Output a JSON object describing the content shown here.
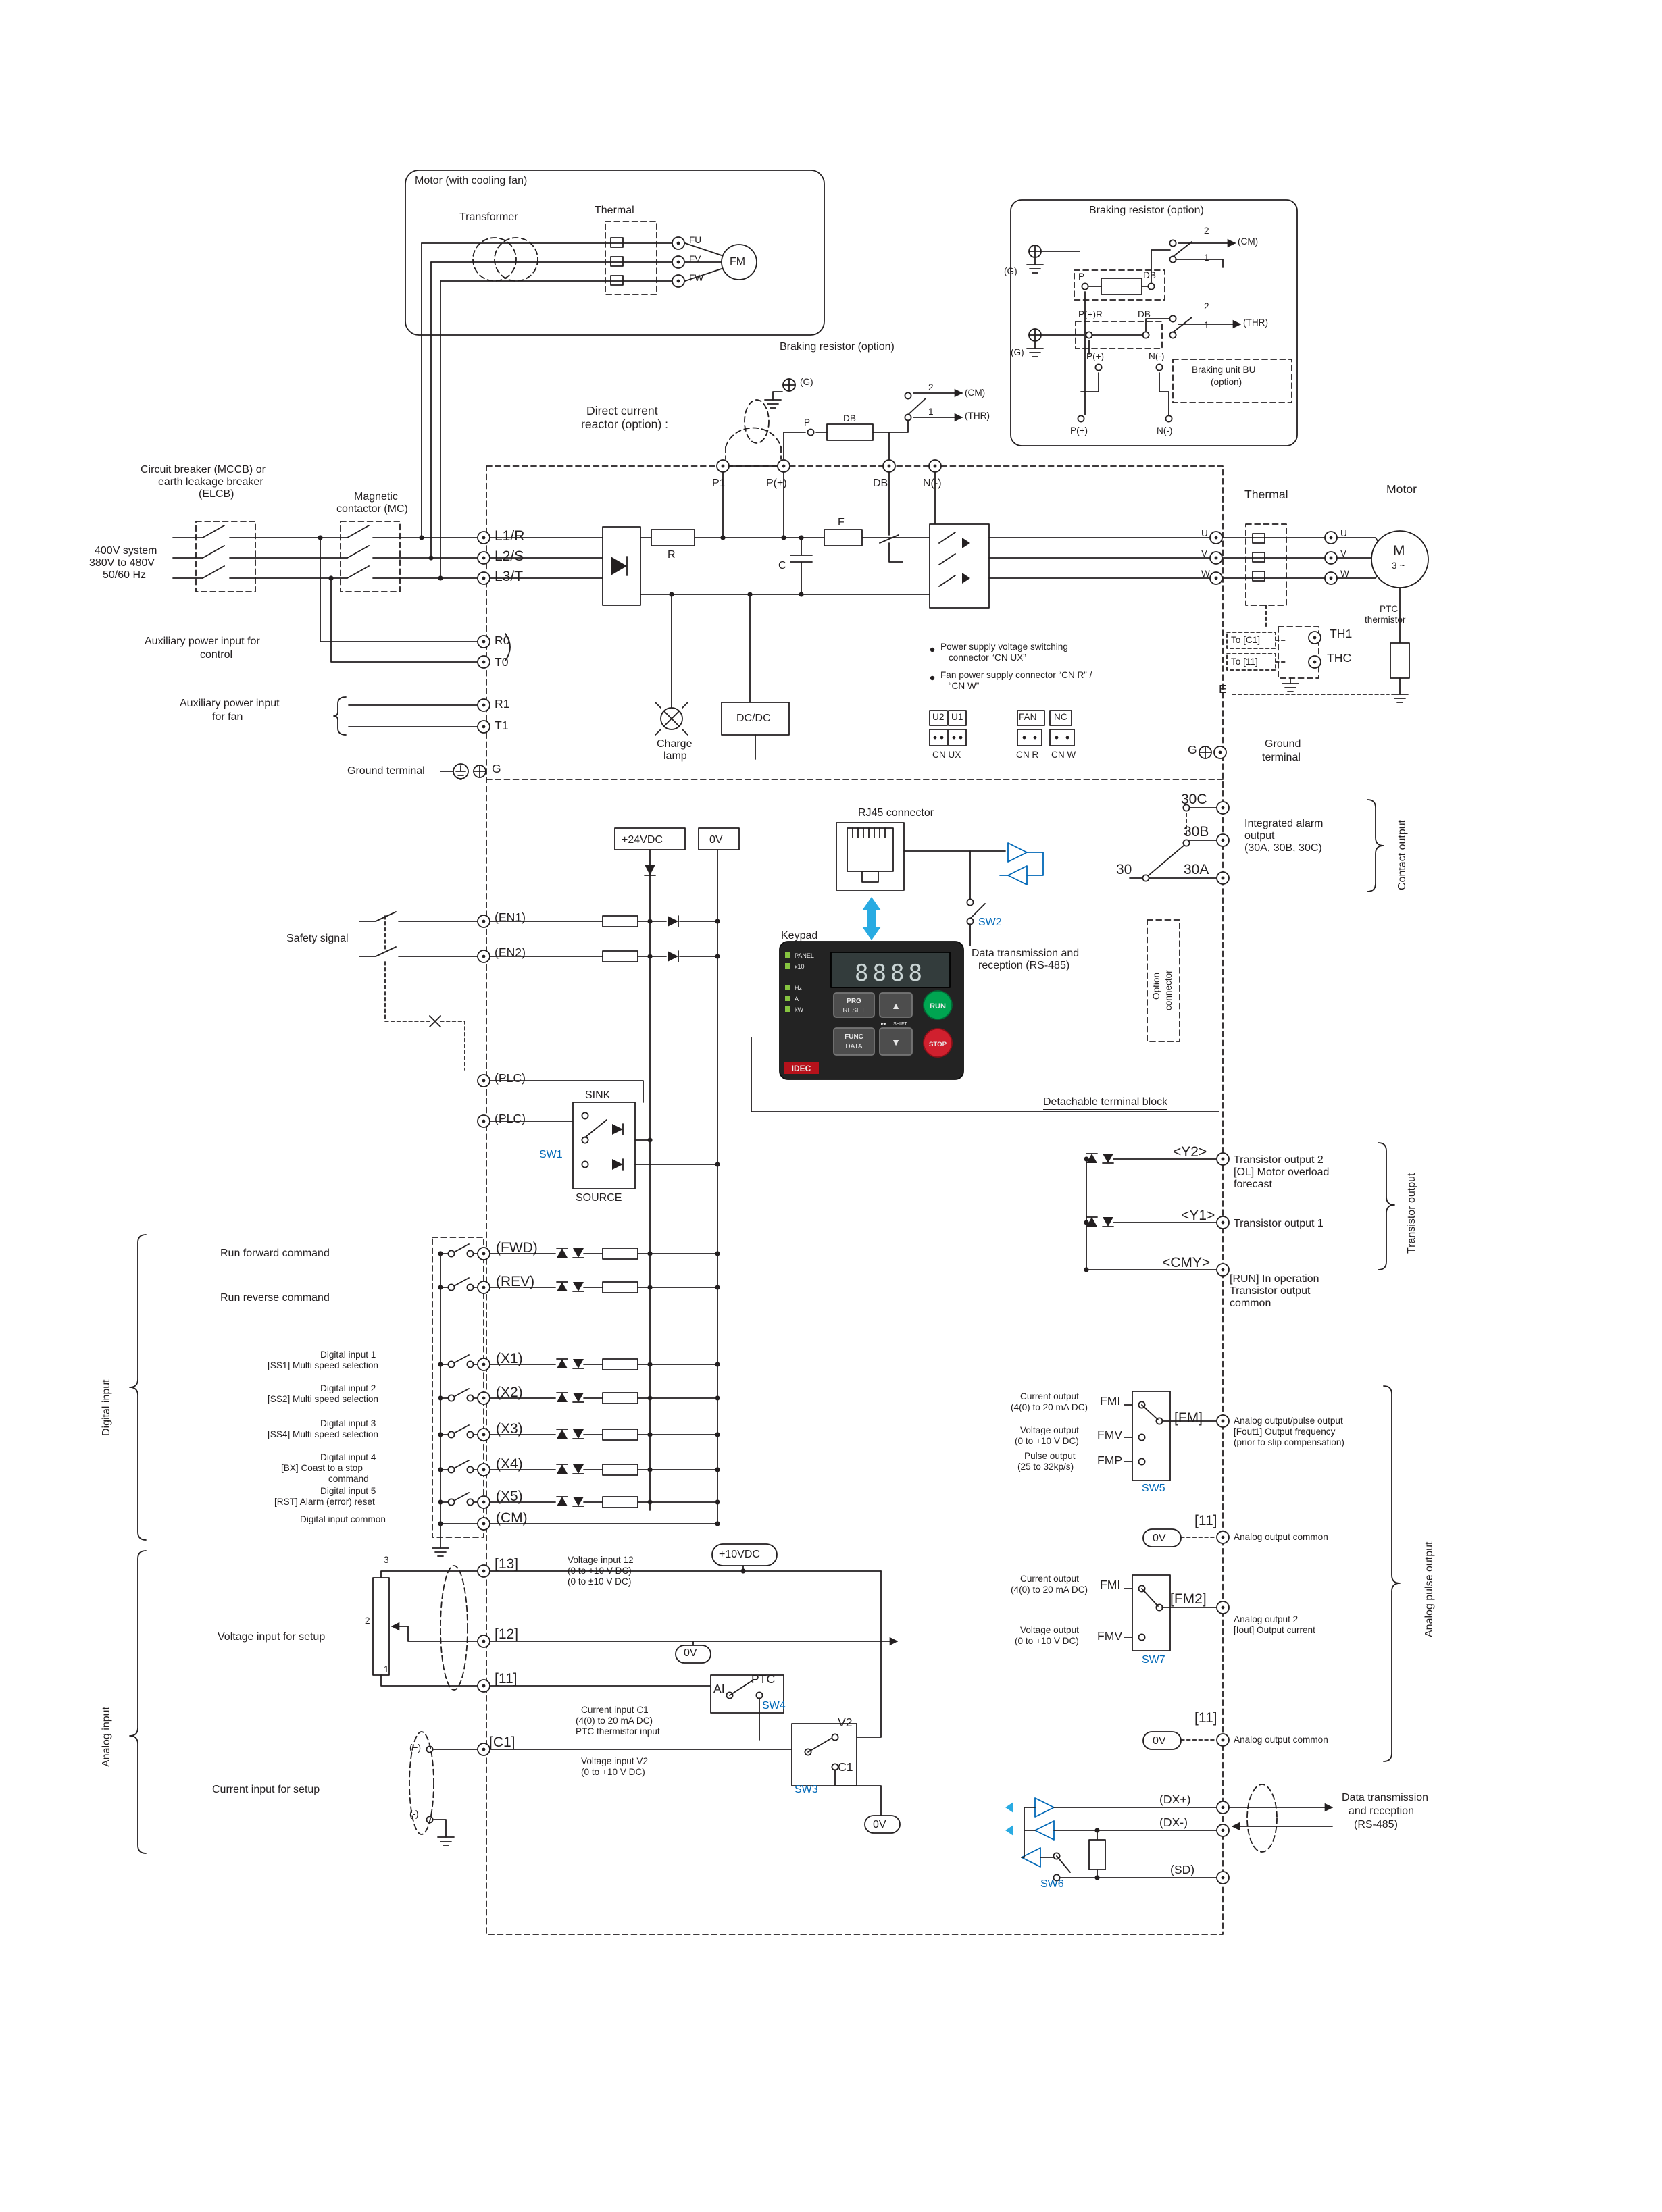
{
  "colors": {
    "line": "#231f20",
    "accent_blue": "#0068b7",
    "arrow_blue": "#29abe2",
    "run_green": "#00a551",
    "stop_red": "#d0202e"
  },
  "motor_box": {
    "title": "Motor (with cooling fan)",
    "transformer": "Transformer",
    "thermal": "Thermal",
    "fu": "FU",
    "fv": "FV",
    "fw": "FW",
    "fm": "FM"
  },
  "braking_right": {
    "title": "Braking resistor (option)",
    "g1": "(G)",
    "g2": "(G)",
    "p": "P",
    "db": "DB",
    "n2a": "2",
    "n1a": "1",
    "cm": "(CM)",
    "pr": "P(+)R",
    "db2": "DB",
    "n2b": "2",
    "n1b": "1",
    "thr": "(THR)",
    "pp": "P(+)",
    "nm": "N(-)",
    "bu1": "Braking unit BU",
    "bu2": "(option)",
    "pp2": "P(+)",
    "nm2": "N(-)"
  },
  "braking_mid": {
    "title": "Braking resistor (option)",
    "g": "(G)",
    "n2": "2",
    "cm": "(CM)",
    "n1": "1",
    "thr": "(THR)",
    "p": "P",
    "db": "DB"
  },
  "dc_reactor": {
    "l1": "Direct current",
    "l2": "reactor (option) :"
  },
  "bus": {
    "p1": "P1",
    "pp": "P(+)",
    "db": "DB",
    "nm": "N(-)"
  },
  "supply": {
    "b1": "Circuit breaker (MCCB) or",
    "b2": "earth leakage breaker",
    "b3": "(ELCB)",
    "mc1": "Magnetic",
    "mc2": "contactor (MC)",
    "s1": "400V system",
    "s2": "380V to 480V",
    "s3": "50/60 Hz",
    "l1": "L1/R",
    "l2": "L2/S",
    "l3": "L3/T"
  },
  "stage_parts": {
    "r": "R",
    "f": "F",
    "c": "C"
  },
  "out": {
    "thermal": "Thermal",
    "motor": "Motor",
    "u1": "U",
    "v1": "V",
    "w1": "W",
    "u2": "U",
    "v2": "V",
    "w2": "W",
    "m": "M",
    "ph": "3 ~",
    "ptc1": "PTC",
    "ptc2": "thermistor",
    "th1": "TH1",
    "thc": "THC",
    "toc1": "To [C1]",
    "to11": "To [11]",
    "e": "E"
  },
  "aux": {
    "c1": "Auxiliary power input for",
    "c2": "control",
    "r0": "R0",
    "t0": "T0",
    "f1": "Auxiliary power input",
    "f2": "for fan",
    "r1": "R1",
    "t1": "T1"
  },
  "charge": {
    "l1": "Charge",
    "l2": "lamp",
    "dcdc": "DC/DC"
  },
  "cn": {
    "n1": "Power supply voltage switching",
    "n2": "connector “CN UX”",
    "n3": "Fan power supply connector “CN R” /",
    "n4": "“CN W”",
    "u2": "U2",
    "u1": "U1",
    "fan": "FAN",
    "nc": "NC",
    "cnux": "CN UX",
    "cnr": "CN R",
    "cnw": "CN W"
  },
  "ground": {
    "left": "Ground terminal",
    "gl": "G",
    "gr": "G",
    "r1": "Ground",
    "r2": "terminal"
  },
  "alarm": {
    "c": "30C",
    "b": "30B",
    "a": "30A",
    "n": "30",
    "t1": "Integrated alarm",
    "t2": "output",
    "t3": "(30A, 30B, 30C)",
    "rot": "Contact output"
  },
  "rails": {
    "p24": "+24VDC",
    "ov": "0V"
  },
  "rj45": {
    "label": "RJ45 connector",
    "sw2": "SW2",
    "d1": "Data transmission and",
    "d2": "reception (RS-485)"
  },
  "keypad": {
    "label": "Keypad",
    "ind1": "PANEL",
    "ind2": "x10",
    "ind3": "Hz",
    "ind4": "A",
    "ind5": "kW",
    "display": "8888",
    "prg1": "PRG",
    "prg2": "RESET",
    "up": "▲",
    "run": "RUN",
    "func1": "FUNC",
    "func2": "DATA",
    "down": "▼",
    "shift_arrows": "▸▸",
    "shift": "SHIFT",
    "stop": "STOP",
    "brand": "IDEC"
  },
  "option": {
    "l1": "Option",
    "l2": "connector"
  },
  "dtb": {
    "label": "Detachable terminal block"
  },
  "safety": {
    "label": "Safety signal",
    "en1": "(EN1)",
    "en2": "(EN2)"
  },
  "plc": {
    "p1": "(PLC)",
    "p2": "(PLC)",
    "sink": "SINK",
    "source": "SOURCE",
    "sw1": "SW1"
  },
  "tout": {
    "y2": "<Y2>",
    "y2a": "Transistor output 2",
    "y2b": "[OL] Motor overload",
    "y2c": "forecast",
    "y1": "<Y1>",
    "y1a": "Transistor output 1",
    "cmy": "<CMY>",
    "ca": "[RUN] In operation",
    "cb": "Transistor output",
    "cc": "common",
    "rot": "Transistor output"
  },
  "din": {
    "fwd": "(FWD)",
    "rev": "(REV)",
    "x1": "(X1)",
    "x2": "(X2)",
    "x3": "(X3)",
    "x4": "(X4)",
    "x5": "(X5)",
    "cm": "(CM)",
    "runf": "Run forward command",
    "runr": "Run reverse command",
    "d1a": "Digital input 1",
    "d1b": "[SS1] Multi speed selection",
    "d2a": "Digital input 2",
    "d2b": "[SS2] Multi speed selection",
    "d3a": "Digital input 3",
    "d3b": "[SS4] Multi speed selection",
    "d4a": "Digital input 4",
    "d4b": "[BX] Coast to a stop",
    "d4c": "command",
    "d5a": "Digital input 5",
    "d5b": "[RST] Alarm (error) reset",
    "dcom": "Digital input common",
    "rot": "Digital input"
  },
  "fm1": {
    "c1": "Current output",
    "c2": "(4(0) to 20 mA DC)",
    "fmi": "FMI",
    "v1": "Voltage output",
    "v2": "(0 to +10 V DC)",
    "fmv": "FMV",
    "p1": "Pulse output",
    "p2": "(25 to 32kp/s)",
    "fmp": "FMP",
    "fm": "[FM]",
    "sw5": "SW5",
    "r1": "Analog output/pulse output",
    "r2": "[Fout1] Output frequency",
    "r3": "(prior to slip compensation)"
  },
  "ac1": {
    "t11": "[11]",
    "ov": "0V",
    "txt": "Analog output common"
  },
  "ain": {
    "p10": "+10VDC",
    "t13": "[13]",
    "va": "Voltage input 12",
    "vb": "(0 to +10 V DC)",
    "vc": "(0 to ±10 V DC)",
    "t12": "[12]",
    "vset": "Voltage input for setup",
    "ov1": "0V",
    "t11": "[11]",
    "n3": "3",
    "n2": "2",
    "n1": "1",
    "ai": "AI",
    "ptc": "PTC",
    "sw4": "SW4",
    "ca": "Current input C1",
    "cb": "(4(0) to 20 mA DC)",
    "cc": "PTC thermistor input",
    "tc1": "[C1]",
    "plus": "(+)",
    "minus": "(-)",
    "v2a": "Voltage input V2",
    "v2b": "(0 to +10 V DC)",
    "v2s": "V2",
    "c1s": "C1",
    "sw3": "SW3",
    "ov2": "0V",
    "cset": "Current input for setup",
    "rot": "Analog input"
  },
  "fm2": {
    "c1": "Current output",
    "c2": "(4(0) to 20 mA DC)",
    "fmi": "FMI",
    "v1": "Voltage output",
    "v2": "(0 to +10 V DC)",
    "fmv": "FMV",
    "fm2": "[FM2]",
    "sw7": "SW7",
    "r1": "Analog output 2",
    "r2": "[Iout] Output current"
  },
  "ac2": {
    "t11": "[11]",
    "ov": "0V",
    "txt": "Analog output common"
  },
  "rs": {
    "dxp": "(DX+)",
    "dxm": "(DX-)",
    "sd": "(SD)",
    "sw6": "SW6",
    "t1": "Data transmission",
    "t2": "and reception",
    "t3": "(RS-485)"
  },
  "apo": {
    "rot": "Analog pulse output"
  }
}
